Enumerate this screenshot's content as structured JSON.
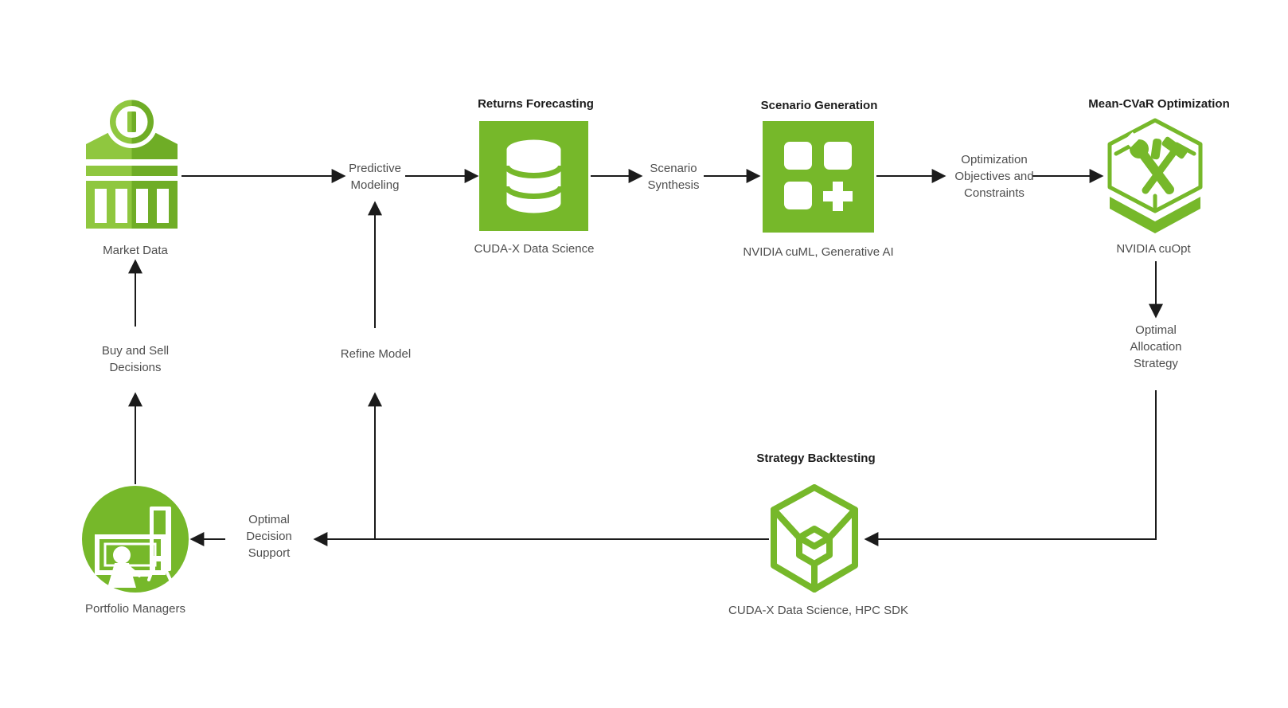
{
  "colors": {
    "green": "#76B82A",
    "green_light": "#8FC73F",
    "green_dark": "#6FAD26",
    "text_dark": "#1C1C1C",
    "text_gray": "#4E4E4E",
    "arrow": "#1B1B1B",
    "background": "#FFFFFF"
  },
  "nodes": {
    "market_data": {
      "label": "Market Data",
      "icon": "bank-icon"
    },
    "returns_forecasting": {
      "title": "Returns Forecasting",
      "caption": "CUDA-X Data Science",
      "icon": "database-icon"
    },
    "scenario_generation": {
      "title": "Scenario Generation",
      "caption": "NVIDIA cuML, Generative AI",
      "icon": "grid-plus-icon"
    },
    "mean_cvar_optimization": {
      "title": "Mean-CVaR Optimization",
      "caption": "NVIDIA cuOpt",
      "icon": "hexagon-tools-icon"
    },
    "strategy_backtesting": {
      "title": "Strategy Backtesting",
      "caption": "CUDA-X Data Science, HPC SDK",
      "icon": "cube-icon"
    },
    "portfolio_managers": {
      "label": "Portfolio Managers",
      "icon": "presenter-icon"
    }
  },
  "flow_labels": {
    "predictive_modeling": [
      "Predictive",
      "Modeling"
    ],
    "scenario_synthesis": [
      "Scenario",
      "Synthesis"
    ],
    "optimization_objectives": [
      "Optimization",
      "Objectives and",
      "Constraints"
    ],
    "optimal_allocation": [
      "Optimal",
      "Allocation",
      "Strategy"
    ],
    "refine_model": [
      "Refine Model"
    ],
    "buy_sell_decisions": [
      "Buy and Sell",
      "Decisions"
    ],
    "optimal_decision_support": [
      "Optimal",
      "Decision",
      "Support"
    ]
  }
}
